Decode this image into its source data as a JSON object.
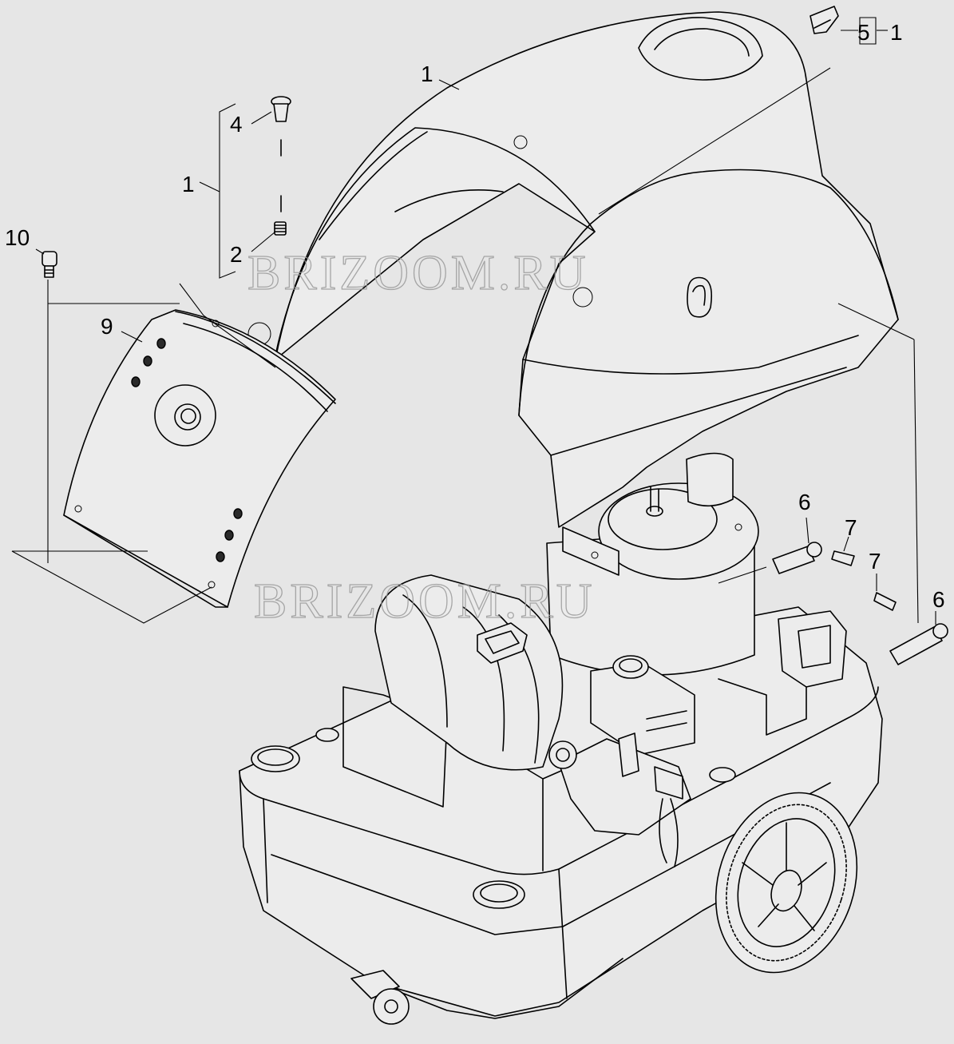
{
  "watermark": {
    "text": "BRIZOOM.RU"
  },
  "callouts": {
    "c1_top": "1",
    "c1_left": "1",
    "c1_bracket": "1",
    "c2": "2",
    "c4": "4",
    "c5": "5",
    "c6_upper": "6",
    "c6_lower": "6",
    "c7_upper": "7",
    "c7_lower": "7",
    "c9": "9",
    "c10": "10"
  }
}
